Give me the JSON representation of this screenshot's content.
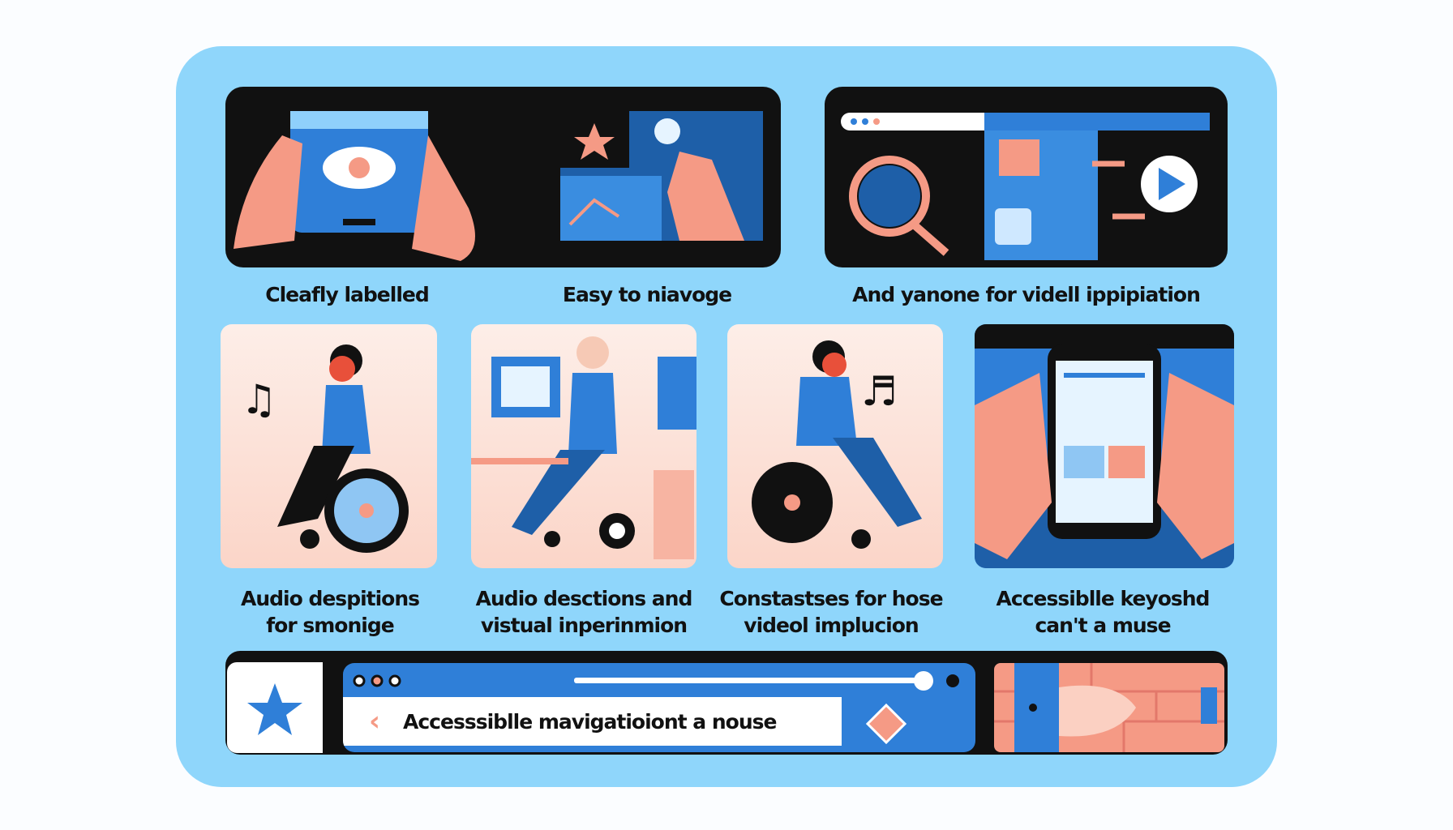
{
  "top_labels": [
    "Cleafly labelled",
    "Easy to niavoge",
    "And yanone for videll ippipiation"
  ],
  "middle_labels": [
    {
      "line1": "Audio despitions",
      "line2": "for smonige"
    },
    {
      "line1": "Audio desctions and",
      "line2": "vistual inperinmion"
    },
    {
      "line1": "Constastses for hose",
      "line2": "videol implucion"
    },
    {
      "line1": "Accessiblle keyoshd",
      "line2": "can't a muse"
    }
  ],
  "bottom_bar": {
    "text": "Accesssiblle mavigatioiont a nouse"
  },
  "colors": {
    "background": "#8fd6fb",
    "blue": "#2f7fd8",
    "salmon": "#f59a85",
    "dark": "#111111"
  }
}
